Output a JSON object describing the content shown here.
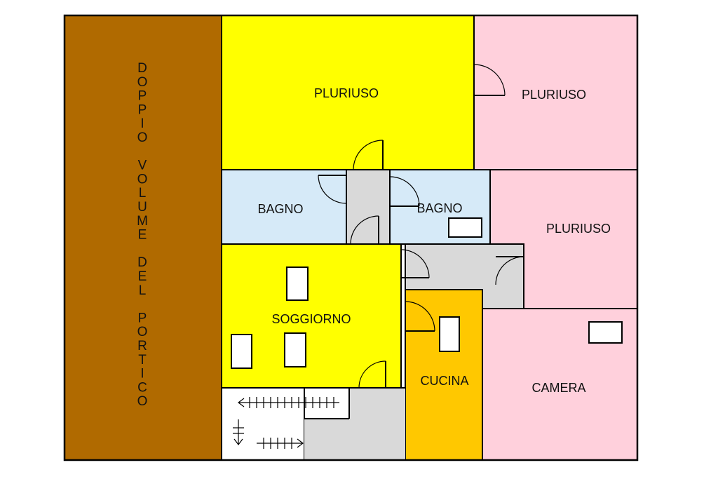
{
  "floorplan": {
    "labels": {
      "portico": "DOPPIO VOLUME DEL PORTICO",
      "pluriuso_top": "PLURIUSO",
      "pluriuso_top_right": "PLURIUSO",
      "bagno_left": "BAGNO",
      "bagno_right": "BAGNO",
      "pluriuso_right": "PLURIUSO",
      "soggiorno": "SOGGIORNO",
      "cucina": "CUCINA",
      "camera": "CAMERA"
    },
    "colors": {
      "portico": "#B06A00",
      "yellow": "#FFFF00",
      "pink": "#FFD0DC",
      "light_blue": "#D6EAF8",
      "gray": "#D9D9D9",
      "orange": "#FFC800",
      "white": "#FFFFFF"
    }
  }
}
